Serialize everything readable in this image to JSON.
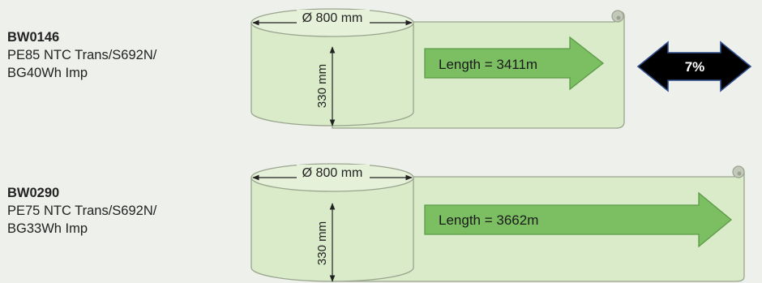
{
  "rolls": [
    {
      "code": "BW0146",
      "spec_line1": "PE85 NTC Trans/S692N/",
      "spec_line2": "BG40Wh Imp",
      "diameter": "Ø 800 mm",
      "height": "330 mm",
      "length": "Length = 3411m"
    },
    {
      "code": "BW0290",
      "spec_line1": "PE75 NTC Trans/S692N/",
      "spec_line2": "BG33Wh Imp",
      "diameter": "Ø 800 mm",
      "height": "330 mm",
      "length": "Length = 3662m"
    }
  ],
  "difference": "7%",
  "colors": {
    "roll_fill": "#d9ebc8",
    "roll_stroke": "#9aa48e",
    "arrow_fill": "#7bbf62",
    "arrow_stroke": "#5d9a47",
    "badge_fill": "#000000",
    "badge_stroke": "#2e4d8c"
  }
}
